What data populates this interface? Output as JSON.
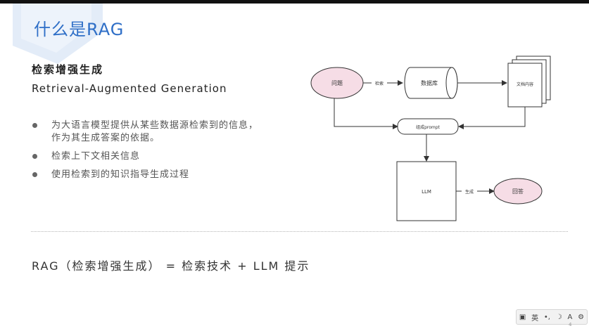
{
  "slide": {
    "title": "什么是RAG",
    "subtitle_cn": "检索增强生成",
    "subtitle_en": "Retrieval-Augmented Generation",
    "bullets": [
      "为大语言模型提供从某些数据源检索到的信息，作为其生成答案的依据。",
      "检索上下文相关信息",
      "使用检索到的知识指导生成过程"
    ],
    "formula": "RAG（检索增强生成） = 检索技术 + LLM 提示",
    "page_number": "4"
  },
  "diagram": {
    "question": "问题",
    "retrieve_label": "检索",
    "database": "数据库",
    "documents": "文档内容",
    "compose_prompt": "组成prompt",
    "llm": "LLM",
    "generate_label": "生成",
    "answer": "回答",
    "colors": {
      "ellipse_fill": "#f6dde6",
      "stroke": "#333333"
    }
  },
  "ime_toolbar": {
    "lang": "英",
    "icons": [
      "ime-logo-icon",
      "punctuation-icon",
      "moon-icon",
      "font-icon",
      "settings-icon"
    ]
  },
  "colors": {
    "title": "#2f6fc7",
    "deco": "#e3ecf8"
  }
}
